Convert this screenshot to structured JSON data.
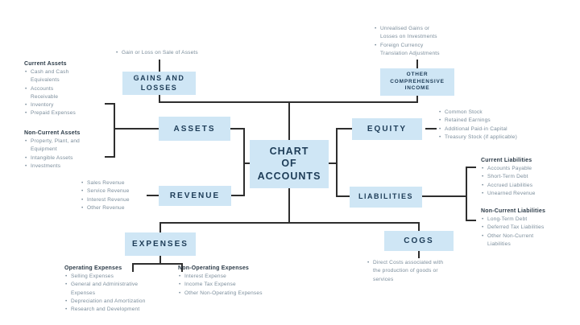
{
  "nodes": {
    "gains_losses": "GAINS AND\nLOSSES",
    "other_comprehensive_income": "OTHER\nCOMPREHENSIVE\nINCOME",
    "assets": "ASSETS",
    "equity": "EQUITY",
    "chart_of_accounts": "CHART\nOF\nACCOUNTS",
    "revenue": "REVENUE",
    "liabilities": "LIABILITIES",
    "expenses": "EXPENSES",
    "cogs": "COGS"
  },
  "lists": {
    "gain_loss": {
      "items": [
        "Gain or Loss on Sale of Assets"
      ]
    },
    "current_assets": {
      "title": "Current Assets",
      "items": [
        "Cash and Cash Equivalents",
        "Accounts Receivable",
        "Inventory",
        "Prepaid Expenses"
      ]
    },
    "non_current_assets": {
      "title": "Non-Current Assets",
      "items": [
        "Property, Plant, and Equipment",
        "Intangible Assets",
        "Investments"
      ]
    },
    "oci": {
      "items": [
        "Unrealised Gains or Losses on Investments",
        "Foreign Currency Translation Adjustments"
      ]
    },
    "equity": {
      "items": [
        "Common Stock",
        "Retained Earnings",
        "Additional Paid-in Capital",
        "Treasury Stock (if applicable)"
      ]
    },
    "current_liabilities": {
      "title": "Current Liabilities",
      "items": [
        "Accounts Payable",
        "Short-Term Debt",
        "Accrued Liabilities",
        "Unearned Revenue"
      ]
    },
    "non_current_liabilities": {
      "title": "Non-Current Liabilities",
      "items": [
        "Long-Term Debt",
        "Deferred Tax Liabilities",
        "Other Non-Current Liabilities"
      ]
    },
    "revenue": {
      "items": [
        "Sales Revenue",
        "Service Revenue",
        "Interest Revenue",
        "Other Revenue"
      ]
    },
    "operating_expenses": {
      "title": "Operating Expenses",
      "items": [
        "Selling Expenses",
        "General and Administrative Expenses",
        "Depreciation and Amortization",
        "Research and Development"
      ]
    },
    "non_operating_expenses": {
      "title": "Non-Operating Expenses",
      "items": [
        "Interest Expense",
        "Income Tax Expense",
        "Other Non-Operating Expenses"
      ]
    },
    "cogs": {
      "items": [
        "Direct Costs associated with the production of goods or services"
      ]
    }
  },
  "colors": {
    "box_fill": "#cfe6f5",
    "box_text": "#1d3c57",
    "connector_line": "#2e2e2e",
    "list_header_text": "#2b3a47",
    "list_bullet_text": "#7b8d9b",
    "background": "#ffffff"
  }
}
